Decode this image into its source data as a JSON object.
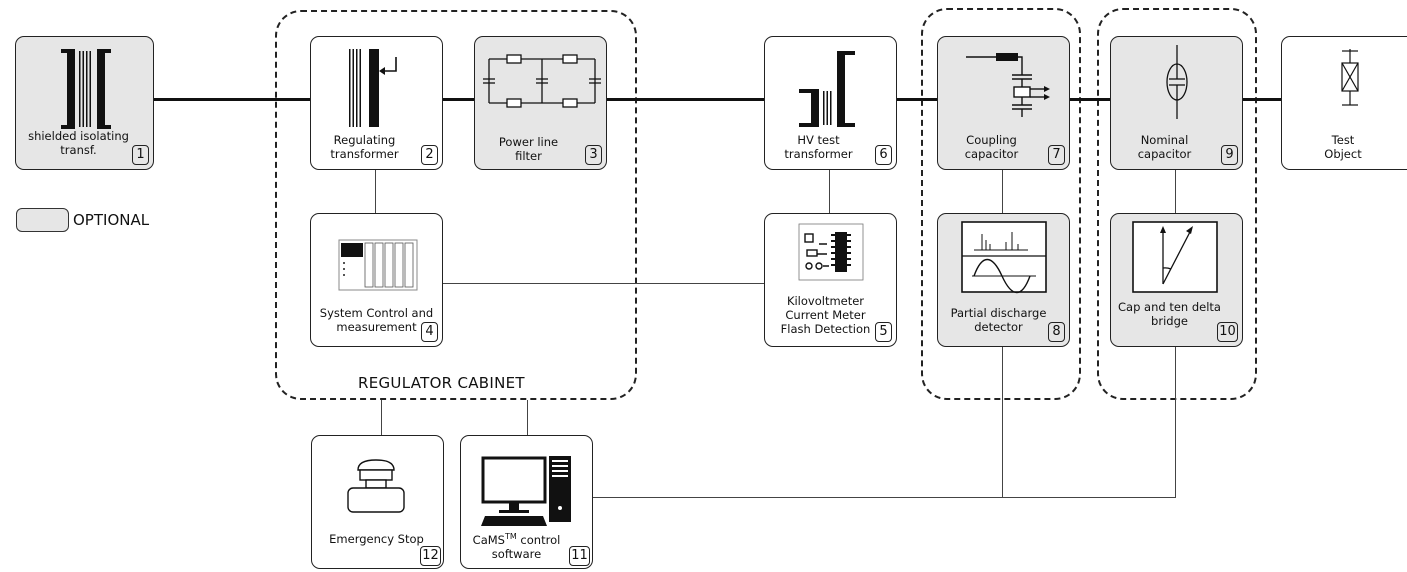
{
  "legend": {
    "label": "OPTIONAL"
  },
  "cabinet": {
    "label": "REGULATOR CABINET"
  },
  "blocks": {
    "b1": {
      "label": "shielded isolating\ntransf.",
      "number": "1"
    },
    "b2": {
      "label": "Regulating\ntransformer",
      "number": "2"
    },
    "b3": {
      "label": "Power line\nfilter",
      "number": "3"
    },
    "b4": {
      "label": "System Control and\nmeasurement",
      "number": "4"
    },
    "b5": {
      "label": "Kilovoltmeter\nCurrent Meter\nFlash Detection",
      "number": "5"
    },
    "b6": {
      "label": "HV test\ntransformer",
      "number": "6"
    },
    "b7": {
      "label": "Coupling\ncapacitor",
      "number": "7"
    },
    "b8": {
      "label": "Partial discharge\ndetector",
      "number": "8"
    },
    "b9": {
      "label": "Nominal\ncapacitor",
      "number": "9"
    },
    "b10": {
      "label": "Cap and ten delta\nbridge",
      "number": "10"
    },
    "b11": {
      "label_pre": "CaMS",
      "label_sup": "TM",
      "label_post": " control\nsoftware",
      "number": "11"
    },
    "b12": {
      "label": "Emergency Stop",
      "number": "12"
    },
    "b13": {
      "label": "Test\nObject"
    }
  },
  "colors": {
    "optional_fill": "#e6e6e6",
    "line": "#111111"
  }
}
